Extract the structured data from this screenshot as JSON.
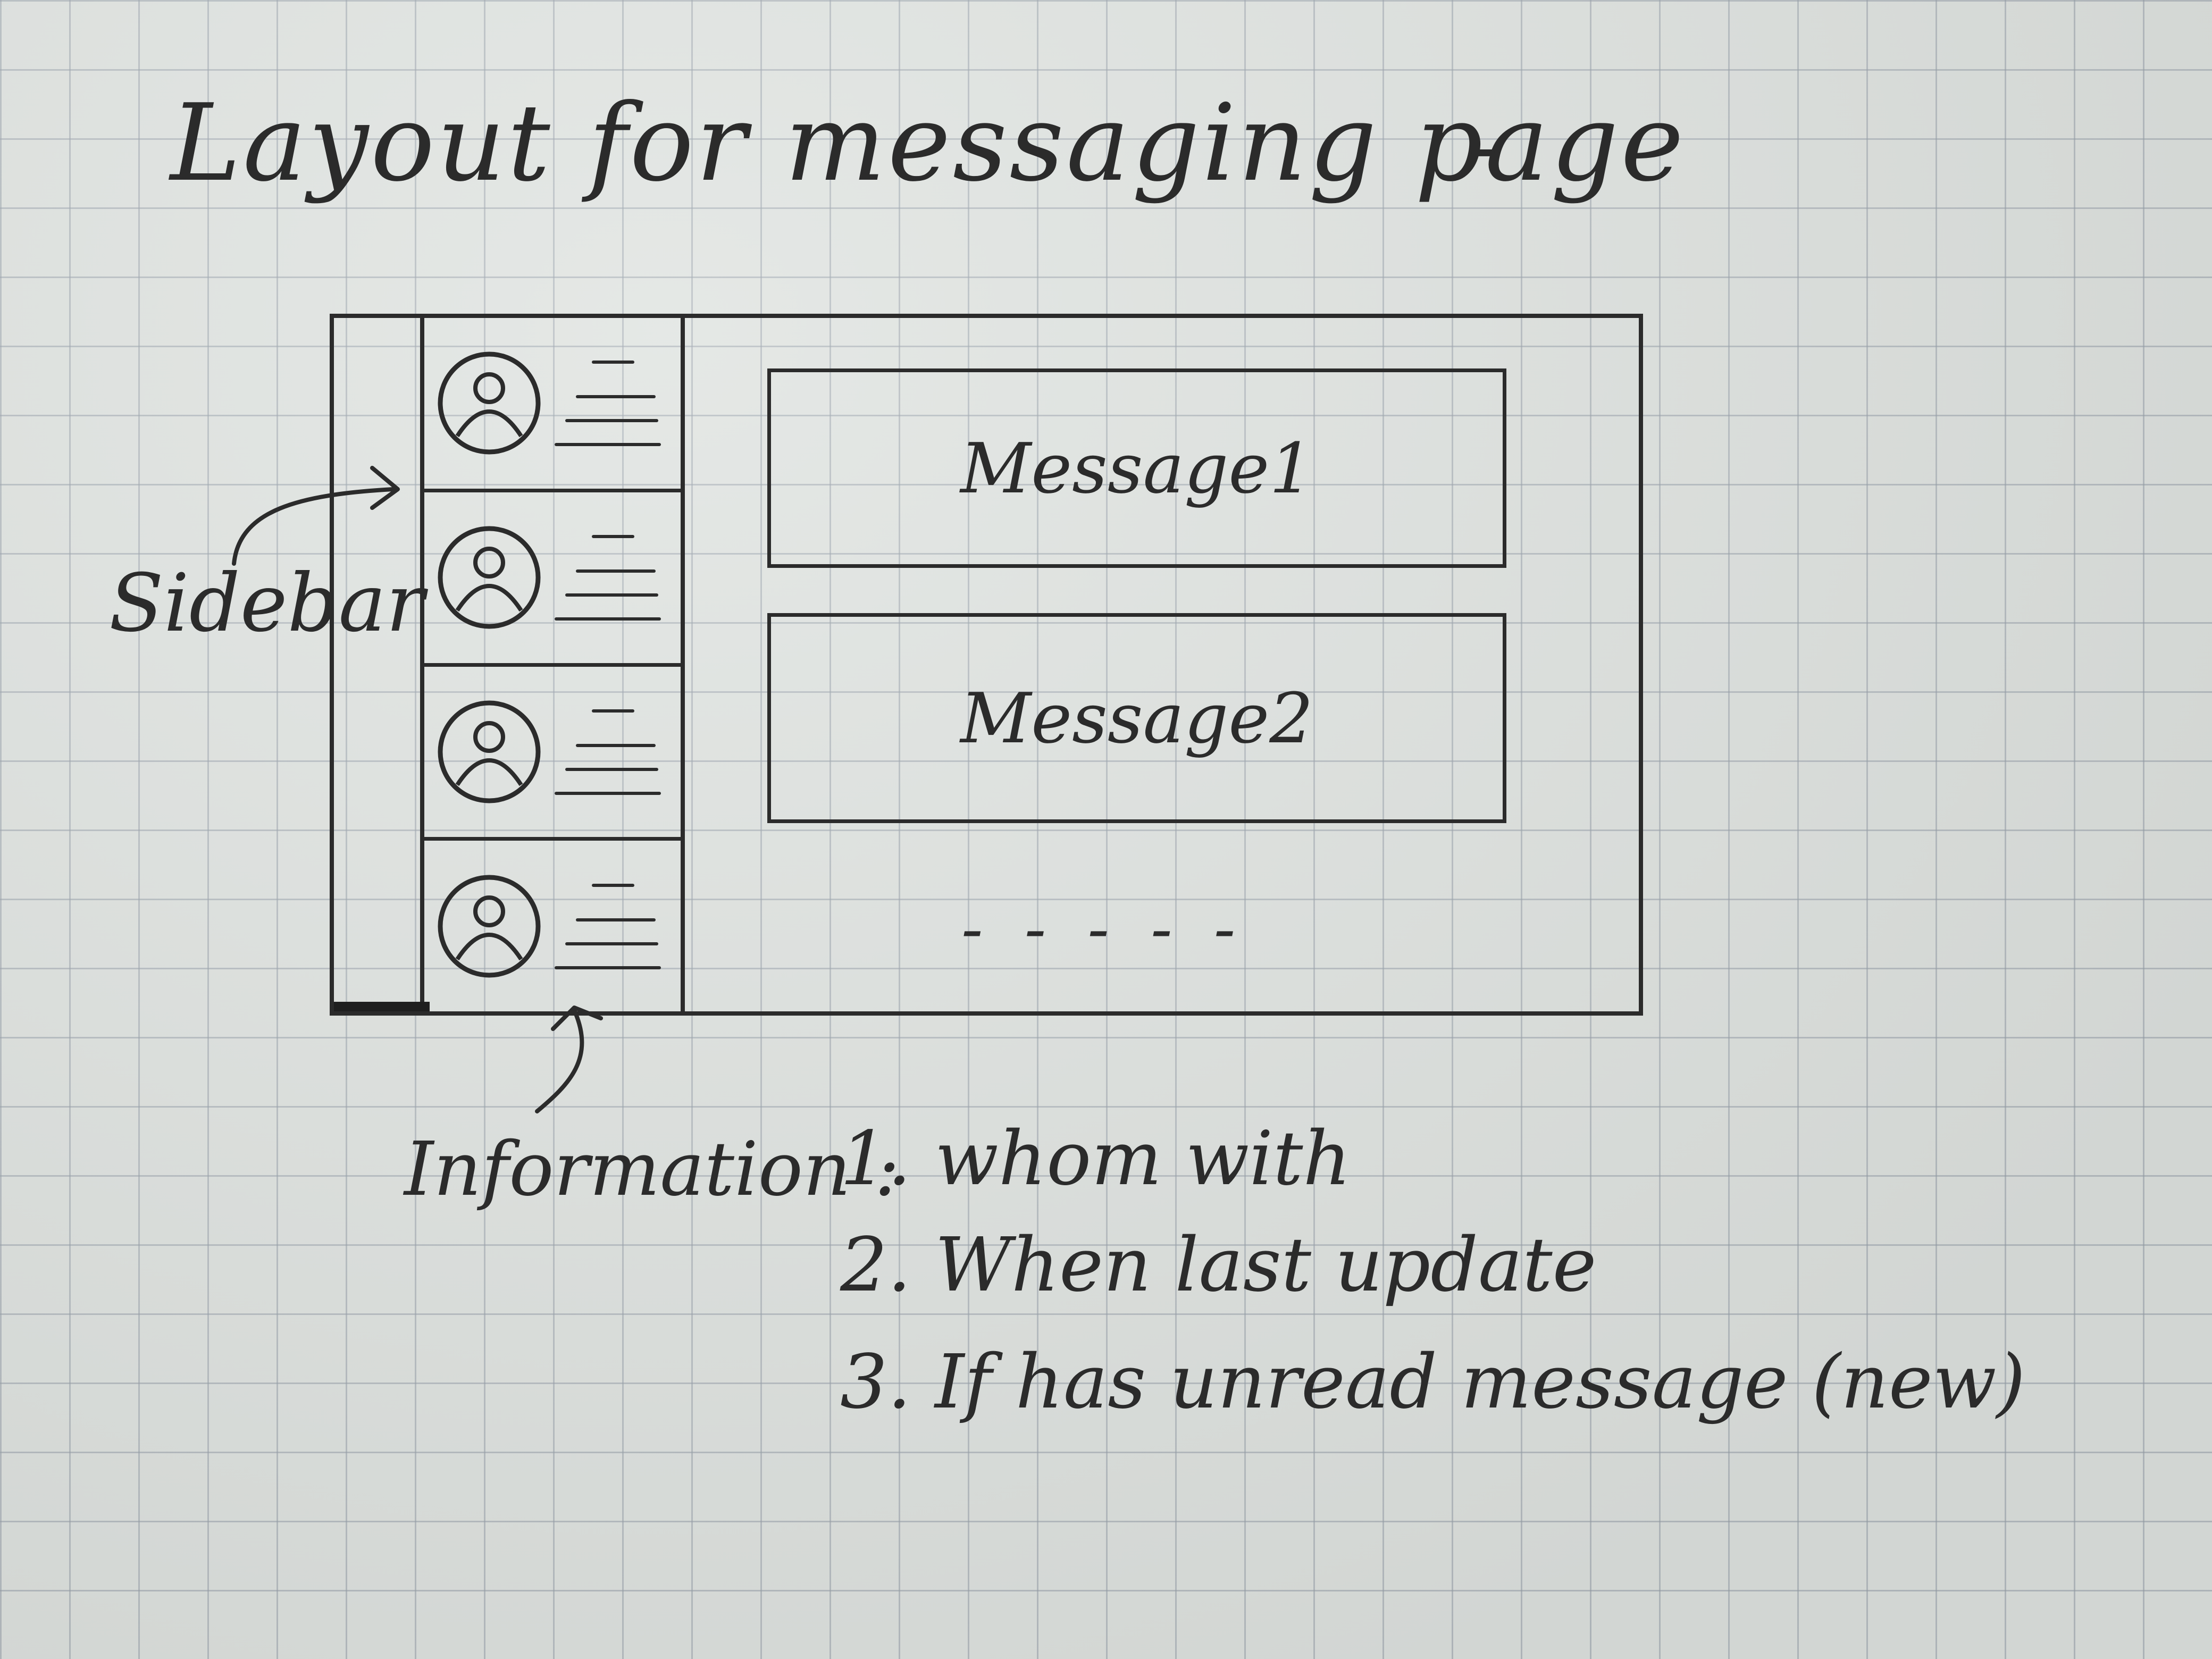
{
  "title": "Layout for messaging page",
  "title_trailing": "-",
  "labels": {
    "sidebar": "Sidebar",
    "information": "Information :"
  },
  "conversations": [
    {
      "avatar_icon": "person-avatar-icon"
    },
    {
      "avatar_icon": "person-avatar-icon"
    },
    {
      "avatar_icon": "person-avatar-icon"
    },
    {
      "avatar_icon": "person-avatar-icon"
    }
  ],
  "messages": [
    {
      "label": "Message1"
    },
    {
      "label": "Message2"
    }
  ],
  "more_indicator": "- - - - -",
  "information_items": [
    "1. whom with",
    "2. When last update",
    "3. If has unread message (new)"
  ]
}
